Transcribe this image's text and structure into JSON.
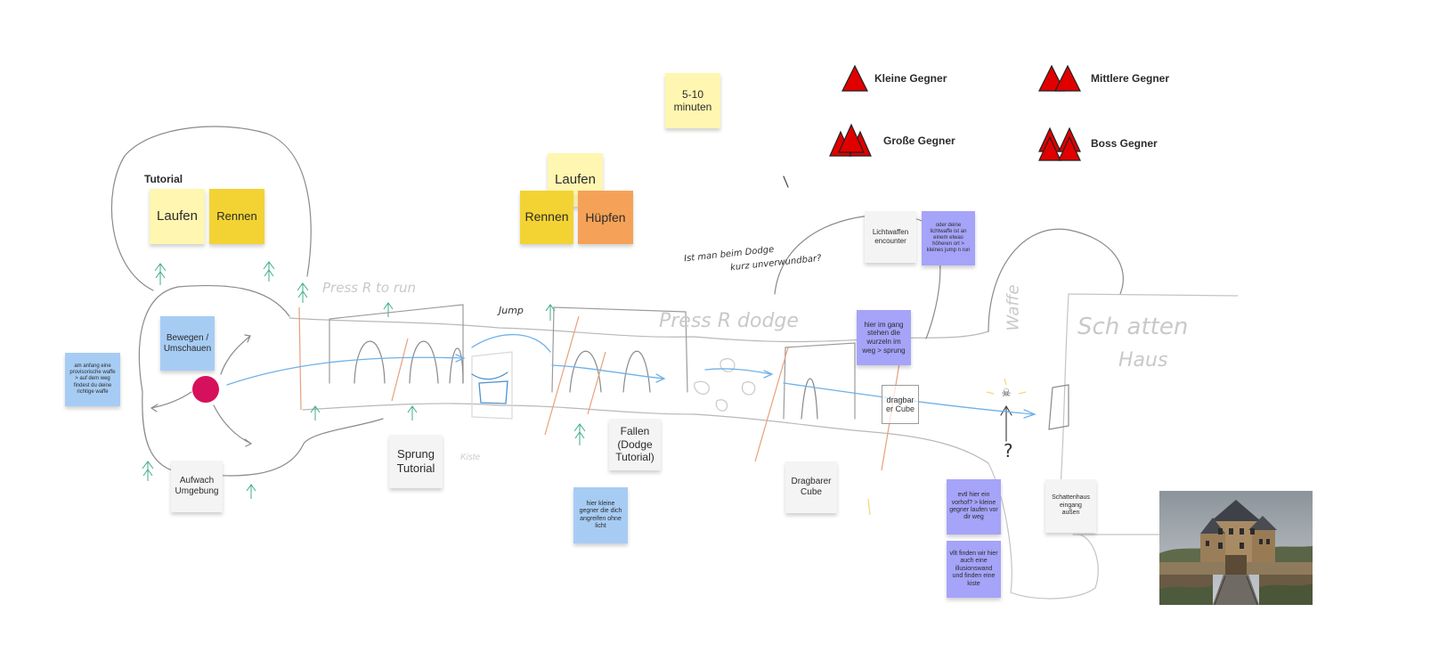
{
  "legend": {
    "small": "Kleine Gegner",
    "medium": "Mittlere Gegner",
    "large": "Große Gegner",
    "boss": "Boss Gegner",
    "icon_color": "#e00000"
  },
  "labels": {
    "tutorial": "Tutorial",
    "five_ten": "5-10\nminuten"
  },
  "stickies": {
    "laufen_tutorial": "Laufen",
    "rennen_tutorial": "Rennen",
    "laufen_top": "Laufen",
    "rennen_mid": "Rennen",
    "huepfen": "Hüpfen",
    "bewegen": "Bewegen /\nUmschauen",
    "waffe_note": "am anfang eine provisorische waffe > auf dem weg findest du deine richtige waffe",
    "aufwach": "Aufwach\nUmgebung",
    "sprung": "Sprung\nTutorial",
    "fallen": "Fallen\n(Dodge\nTutorial)",
    "kleine_gegner_note": "hier kleine gegner die dich angreifen ohne licht",
    "lichtwaffen": "Lichtwaffen\nencounter",
    "schlitwaffe_note": "oder deine lichtwaffe ist an einem etwas höheren ort > kleines jump n run",
    "wurzeln_note": "hier im gang stehen die wurzeln im weg > sprung",
    "dragbarer_cube": "Dragbarer\nCube",
    "vorhof_note": "evtl hier ein vorhof? > kleine gegner laufen vor dir weg",
    "illusion_note": "vllt finden wir hier auch eine illusionswand und finden eine kiste",
    "schattenhaus_eingang": "Schattenhaus\neingang\naußen",
    "dragbar_cube_frame": "dragbar\ner Cube"
  },
  "handwriting": {
    "press_r_run": "Press R to run",
    "jump": "Jump",
    "press_r_dodge": "Press R dodge",
    "ist_man": "Ist man beim Dodge",
    "kurz": "kurz unverwundbar?",
    "kiste": "Kiste",
    "waffe": "Waffe",
    "schattenhaus_title_1": "Sch atten",
    "schattenhaus_title_2": "Haus",
    "question": "?"
  },
  "colors": {
    "yellow_light": "#fff6b1",
    "yellow_dark": "#f3d333",
    "orange": "#f5a258",
    "blue": "#a7ccf4",
    "purple": "#a5a4f9",
    "gray": "#f4f4f5",
    "player": "#d6105c",
    "path_blue": "#6fb1e8"
  },
  "icons": {
    "player": "player-marker-icon",
    "enemy": "red-triangle-icon",
    "tree": "tree-icon",
    "skull": "skull-icon"
  }
}
